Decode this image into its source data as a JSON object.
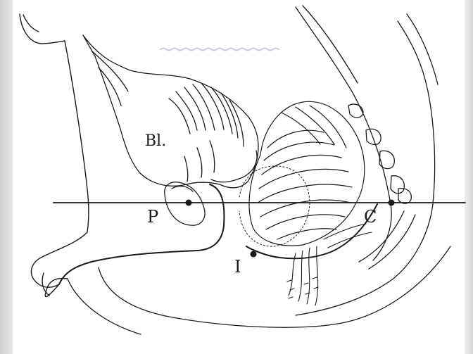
{
  "labels": {
    "bladder": "Bl.",
    "point_p": "P",
    "point_c": "C",
    "point_i": "I"
  },
  "colors": {
    "ink": "#1a1a1a",
    "paper": "#ffffff",
    "stamp": "#9aa3d6"
  }
}
